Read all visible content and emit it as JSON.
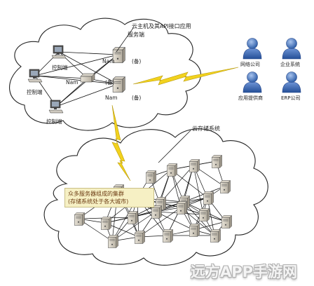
{
  "diagram": {
    "api_cloud_title_lines": [
      "云主机及其API接口应用",
      "服务端"
    ],
    "control_terminal_label": "控制端",
    "server_labels": [
      "Nam",
      "(备)",
      "Nam",
      "(备)",
      "Nam",
      "(备)"
    ],
    "storage_title": "云存储系统",
    "cluster_note_lines": [
      "众多服务器组成的集群",
      "(存储系统处于各大城市)"
    ],
    "users": [
      {
        "label": "网络公司"
      },
      {
        "label": "企业系统"
      },
      {
        "label": "应用提供商"
      },
      {
        "label": "ERP公司"
      }
    ],
    "colors": {
      "line": "#111111",
      "lightning": "#f2d21e",
      "user_blue": "#3d6cb8",
      "note_bg": "#f6f0c4"
    }
  },
  "watermark": "远方APP手游网"
}
